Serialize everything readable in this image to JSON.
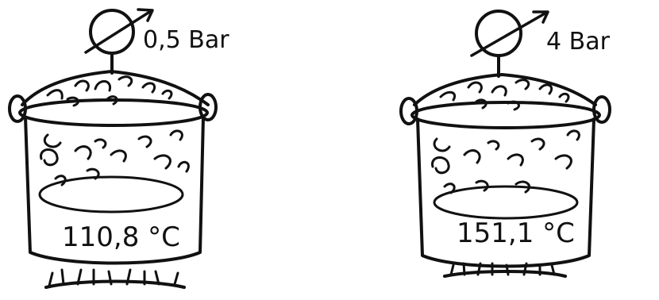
{
  "pots": [
    {
      "pressure": "0,5 Bar",
      "temperature": "110,8 °C"
    },
    {
      "pressure": "4 Bar",
      "temperature": "151,1 °C"
    }
  ]
}
